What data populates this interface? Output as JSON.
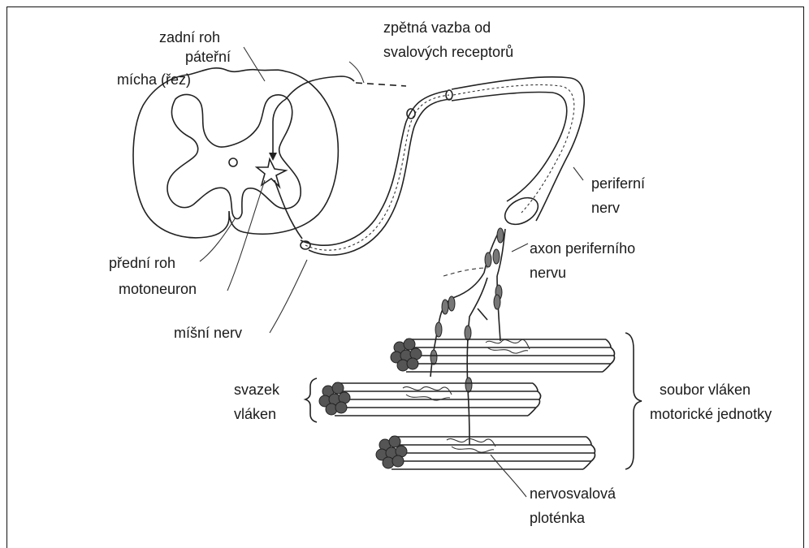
{
  "labels": {
    "spinal_cord_1": "páteřní",
    "spinal_cord_2": "mícha (řez)",
    "dorsal_horn": "zadní roh",
    "feedback_1": "zpětná vazba od",
    "feedback_2": "svalových receptorů",
    "peripheral_nerve_1": "periferní",
    "peripheral_nerve_2": "nerv",
    "axon_1": "axon periferního",
    "axon_2": "nervu",
    "ventral_horn": "přední roh",
    "motoneuron": "motoneuron",
    "spinal_nerve": "míšní nerv",
    "fiber_bundle_1": "svazek",
    "fiber_bundle_2": "vláken",
    "motor_unit_1": "soubor vláken",
    "motor_unit_2": "motorické jednotky",
    "endplate_1": "nervosvalová",
    "endplate_2": "ploténka"
  },
  "colors": {
    "ink": "#222222",
    "fiber_end": "#555555",
    "background": "#ffffff"
  }
}
